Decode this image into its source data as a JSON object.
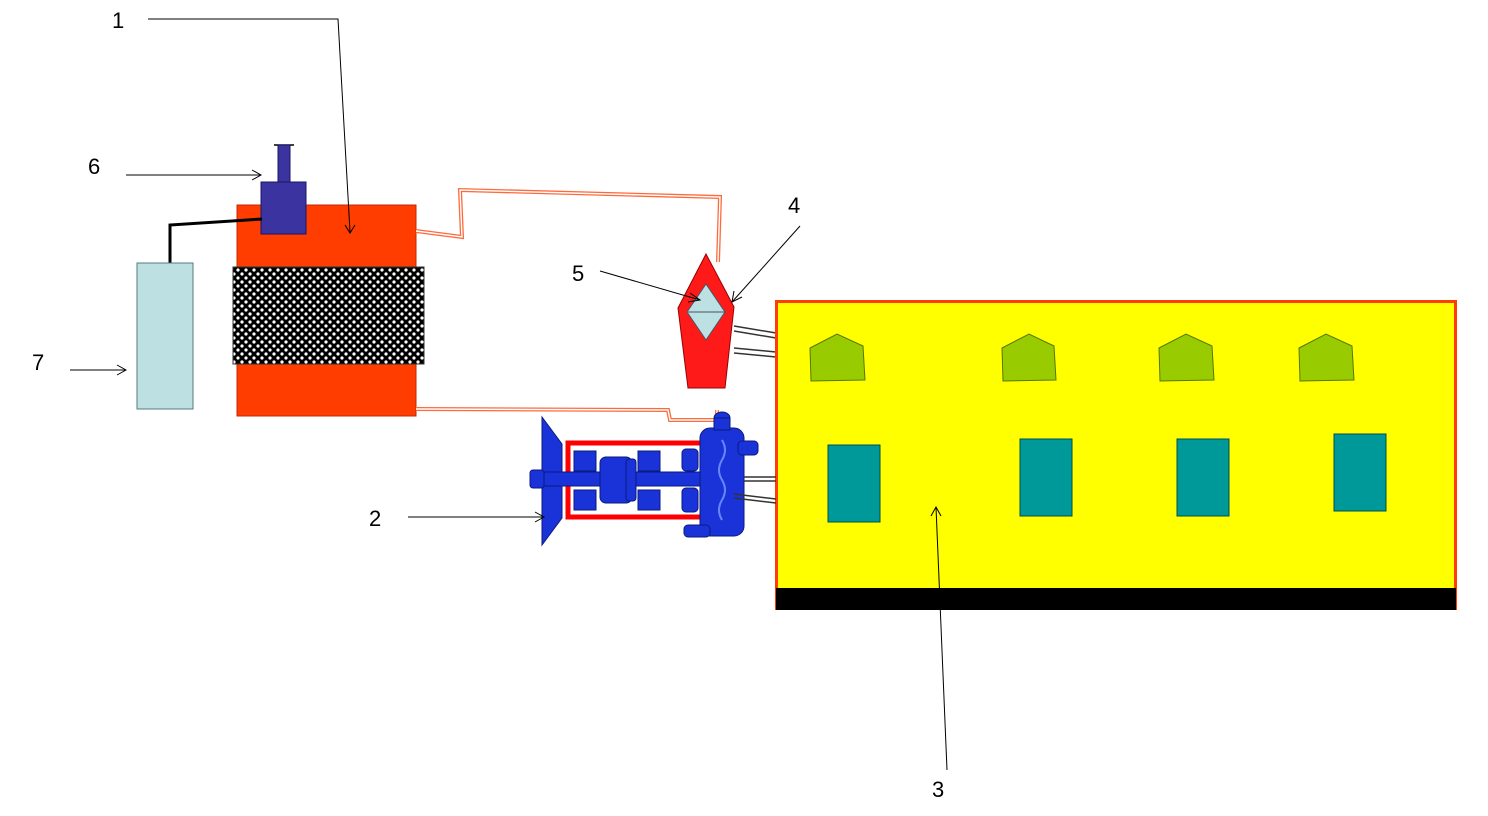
{
  "callouts": {
    "c1": "1",
    "c2": "2",
    "c3": "3",
    "c4": "4",
    "c5": "5",
    "c6": "6",
    "c7": "7"
  },
  "colors": {
    "heater_body": "#ff3d00",
    "heater_outline": "#c62800",
    "mesh_dark": "#000000",
    "mesh_light": "#ffffff",
    "chimney": "#3a33a0",
    "tank": "#bde0e3",
    "pipe": "#ff6a3d",
    "valve": "#ff1a1a",
    "valve_glass": "#bde0e3",
    "building": "#ffff00",
    "building_border": "#ff3d00",
    "foundation": "#000000",
    "vent": "#99cc00",
    "window": "#009999",
    "pump": "#1a33d9",
    "pump_frame": "#ff0000"
  }
}
